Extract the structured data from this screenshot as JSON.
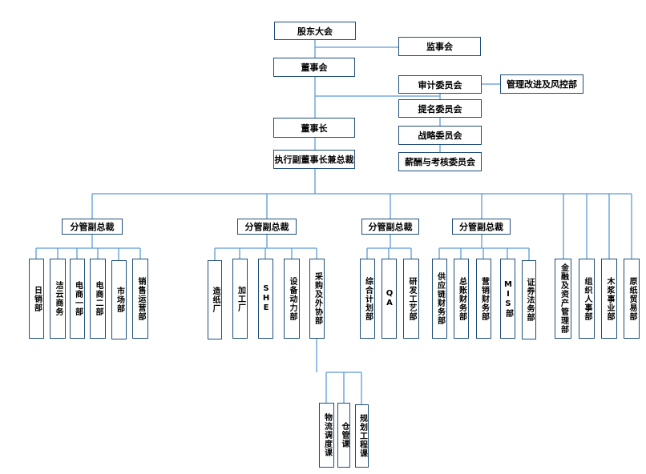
{
  "top": {
    "shareholders": "股东大会",
    "supervisors": "监事会",
    "board": "董事会",
    "audit": "审计委员会",
    "risk": "管理改进及风控部",
    "nomination": "提名委员会",
    "strategy": "战略委员会",
    "compensation": "薪酬与考核委员会",
    "chairman": "董事长",
    "president": "执行副董事长兼总裁"
  },
  "vp_label": "分管副总裁",
  "groups": [
    {
      "depts": [
        "日销部",
        "洁云商务",
        "电商一部",
        "电商二部",
        "市场部",
        "销售运营部"
      ]
    },
    {
      "depts": [
        "造纸厂",
        "加工厂",
        "SHE",
        "设备动力部",
        "采购及外协部"
      ],
      "sub": [
        "物流调度课",
        "仓管课",
        "规划工程课"
      ]
    },
    {
      "depts": [
        "综合计划部",
        "QA",
        "研发工艺部"
      ]
    },
    {
      "depts": [
        "供应链财务部",
        "总账财务部",
        "营销财务部",
        "MIS部",
        "证券法务部"
      ]
    }
  ],
  "independent": [
    "金融及资产管理部",
    "组织人事部",
    "木浆事业部",
    "原纸贸易部"
  ]
}
